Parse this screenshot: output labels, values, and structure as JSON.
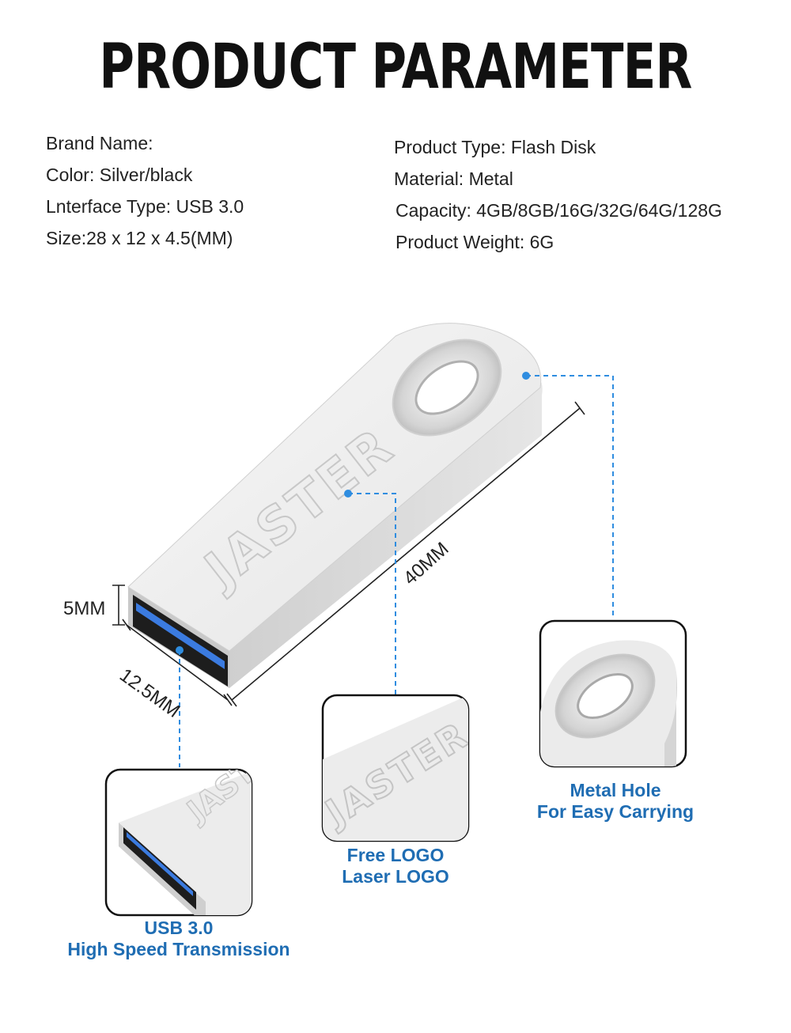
{
  "title": "PRODUCT PARAMETER",
  "specs": {
    "brand_name": "Brand Name:",
    "color": "Color: Silver/black",
    "interface_type": "Lnterface Type: USB 3.0",
    "size": "Size:28 x 12 x 4.5(MM)",
    "product_type": "Product Type: Flash Disk",
    "material": "Material: Metal",
    "capacity": "Capacity: 4GB/8GB/16G/32G/64G/128G",
    "weight": "Product Weight: 6G"
  },
  "dimensions": {
    "height": "5MM",
    "width": "12.5MM",
    "length": "40MM"
  },
  "brand_logo": "JASTER",
  "callouts": {
    "usb": {
      "line1": "USB 3.0",
      "line2": "High Speed Transmission"
    },
    "logo": {
      "line1": "Free LOGO",
      "line2": "Laser LOGO"
    },
    "hole": {
      "line1": "Metal Hole",
      "line2": "For Easy Carrying"
    }
  },
  "colors": {
    "accent_blue": "#1f6db3",
    "leader_blue": "#2f8de0",
    "metal_light": "#f2f2f2",
    "metal_mid": "#d9d9d9",
    "metal_dark": "#b5b5b5",
    "port_blue": "#2f72d8"
  }
}
